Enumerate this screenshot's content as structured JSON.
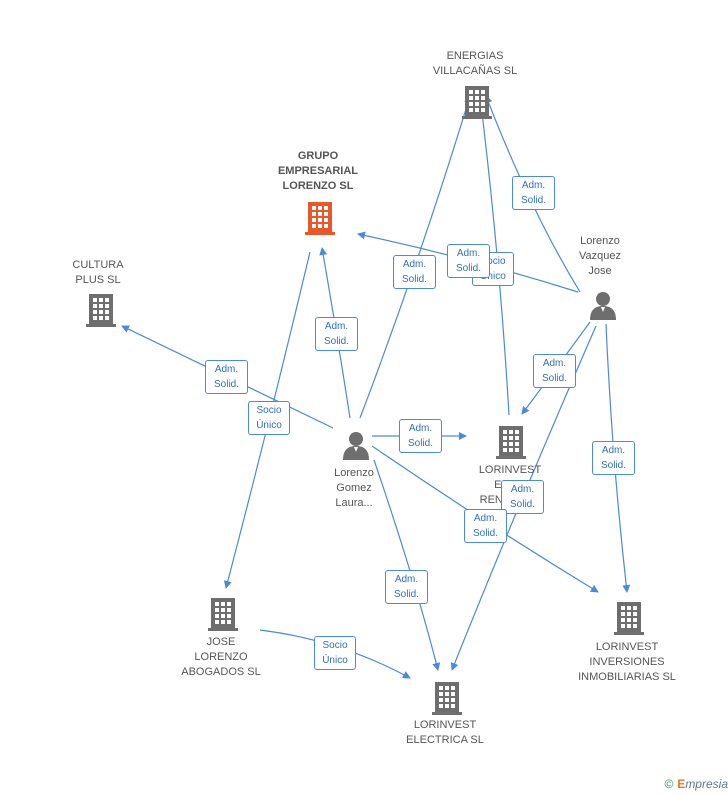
{
  "nodes": {
    "energias": {
      "label": "ENERGIAS\nVILLACAÑAS SL",
      "kind": "company"
    },
    "grupo": {
      "label": "GRUPO\nEMPRESARIAL\nLORENZO SL",
      "kind": "company-main"
    },
    "cultura": {
      "label": "CULTURA\nPLUS SL",
      "kind": "company"
    },
    "lvazquez": {
      "label": "Lorenzo\nVazquez\nJose",
      "kind": "person"
    },
    "lgomez": {
      "label": "Lorenzo\nGomez\nLaura...",
      "kind": "person"
    },
    "renovables": {
      "label": "LORINVEST\nENE...\nRENOV...SL",
      "kind": "company"
    },
    "jose": {
      "label": "JOSE\nLORENZO\nABOGADOS SL",
      "kind": "company"
    },
    "electrica": {
      "label": "LORINVEST\nELECTRICA SL",
      "kind": "company"
    },
    "inversiones": {
      "label": "LORINVEST\nINVERSIONES\nINMOBILIARIAS SL",
      "kind": "company"
    }
  },
  "edges": [
    {
      "id": "e1",
      "label": "Adm.\nSolid."
    },
    {
      "id": "e2",
      "label": "Adm.\nSolid."
    },
    {
      "id": "e3",
      "label": "Socio\nÚnico"
    },
    {
      "id": "e4",
      "label": "Adm.\nSolid."
    },
    {
      "id": "e5",
      "label": "Adm.\nSolid."
    },
    {
      "id": "e6",
      "label": "Socio\nÚnico"
    },
    {
      "id": "e7",
      "label": "Adm.\nSolid."
    },
    {
      "id": "e8",
      "label": "Adm.\nSolid."
    },
    {
      "id": "e9",
      "label": "Adm.\nSolid."
    },
    {
      "id": "e10",
      "label": "Adm.\nSolid."
    },
    {
      "id": "e11",
      "label": "Adm.\nSolid."
    },
    {
      "id": "e12",
      "label": "Adm.\nSolid."
    },
    {
      "id": "e13",
      "label": "Adm.\nSolid."
    },
    {
      "id": "e14",
      "label": "Socio\nÚnico"
    }
  ],
  "colors": {
    "edge": "#4a8ad8",
    "company": "#6e6e6e",
    "company_main": "#e8582a",
    "person": "#6e6e6e"
  },
  "footer": {
    "copyright": "©",
    "brand_initial": "E",
    "brand_rest": "mpresia"
  }
}
